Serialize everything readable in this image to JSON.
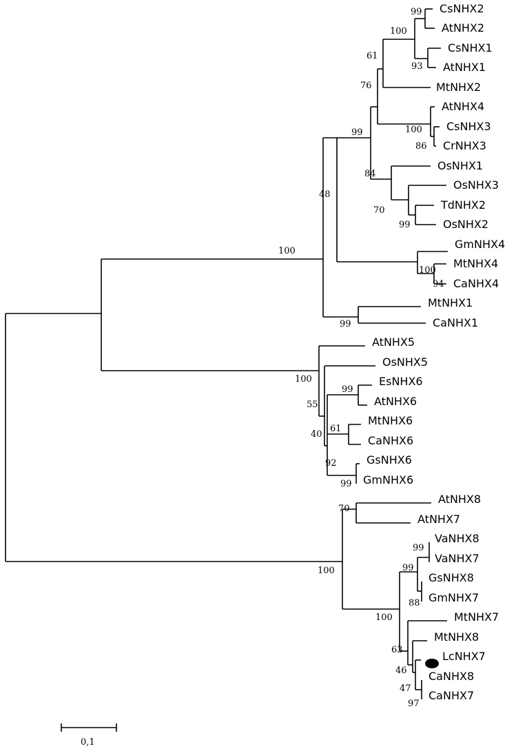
{
  "tree": {
    "leaves": [
      "CsNHX2",
      "AtNHX2",
      "CsNHX1",
      "AtNHX1",
      "MtNHX2",
      "AtNHX4",
      "CsNHX3",
      "CrNHX3",
      "OsNHX1",
      "OsNHX3",
      "TdNHX2",
      "OsNHX2",
      "GmNHX4",
      "MtNHX4",
      "CaNHX4",
      "MtNHX1",
      "CaNHX1",
      "AtNHX5",
      "OsNHX5",
      "EsNHX6",
      "AtNHX6",
      "MtNHX6",
      "CaNHX6",
      "GsNHX6",
      "GmNHX6",
      "AtNHX8",
      "AtNHX7",
      "VaNHX8",
      "VaNHX7",
      "GsNHX8",
      "GmNHX7",
      "MtNHX7",
      "MtNHX8",
      "LcNHX7",
      "CaNHX8",
      "CaNHX7"
    ],
    "bootstrap": [
      "99",
      "100",
      "93",
      "61",
      "76",
      "100",
      "86",
      "99",
      "84",
      "70",
      "99",
      "48",
      "100",
      "94",
      "100",
      "99",
      "100",
      "55",
      "99",
      "40",
      "61",
      "92",
      "99",
      "70",
      "100",
      "99",
      "99",
      "88",
      "100",
      "63",
      "46",
      "47",
      "97"
    ],
    "highlighted_leaf": "LcNHX7",
    "marker": "filled-black-ellipse"
  },
  "scale": {
    "label": "0,1"
  }
}
